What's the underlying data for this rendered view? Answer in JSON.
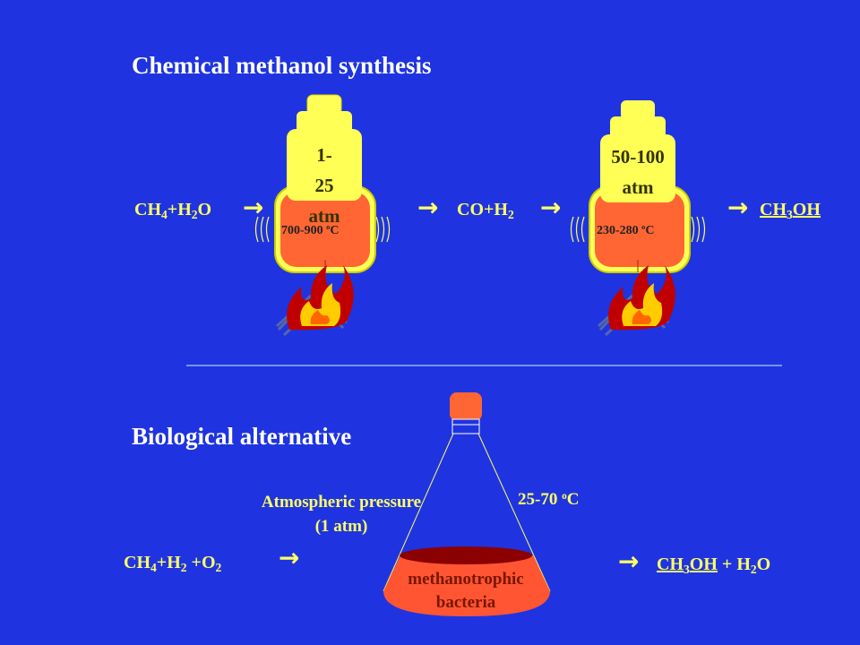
{
  "chemical": {
    "title": "Chemical methanol synthesis",
    "reactant": {
      "p1": "CH",
      "s1": "4",
      "p2": "+H",
      "s2": "2",
      "p3": "O"
    },
    "intermediate": {
      "p1": "CO+H",
      "s1": "2"
    },
    "product": {
      "p1": "CH",
      "s1": "3",
      "p2": "OH"
    },
    "arrow": "→",
    "reactor1": {
      "pressure_line1": "1-",
      "pressure_line2": "25",
      "pressure_line3": "atm",
      "temp_prefix": "700-900 ",
      "temp_sup": "o",
      "temp_unit": "C"
    },
    "reactor2": {
      "pressure_line1": "50-100",
      "pressure_line2": "atm",
      "temp_prefix": "230-280 ",
      "temp_sup": "o",
      "temp_unit": "C"
    }
  },
  "biological": {
    "title": "Biological alternative",
    "pressure_line1": "Atmospheric pressure",
    "pressure_line2": "(1 atm)",
    "temp_prefix": "25-70 ",
    "temp_sup": "o",
    "temp_unit": "C",
    "reactant": {
      "p1": "CH",
      "s1": "4",
      "p2": "+H",
      "s2": "2",
      "p3": " +O",
      "s3": "2"
    },
    "arrow": "→",
    "product": {
      "p1": "CH",
      "s1": "3",
      "p2": "OH",
      "p3": " + H",
      "s3": "2",
      "p4": "O"
    },
    "flask_line1": "methanotrophic",
    "flask_line2": "bacteria"
  },
  "colors": {
    "background": "#1f34e0",
    "text_yellow": "#ffff66",
    "weight": "#ffff55",
    "reactor_body": "#ff6633",
    "flask_liquid": "#ff5533",
    "flask_surface": "#8b0000",
    "flame_outer": "#c00000",
    "flame_inner": "#ffcc00"
  },
  "icons": [
    "weight-icon",
    "reactor-icon",
    "flame-icon",
    "flask-icon"
  ]
}
